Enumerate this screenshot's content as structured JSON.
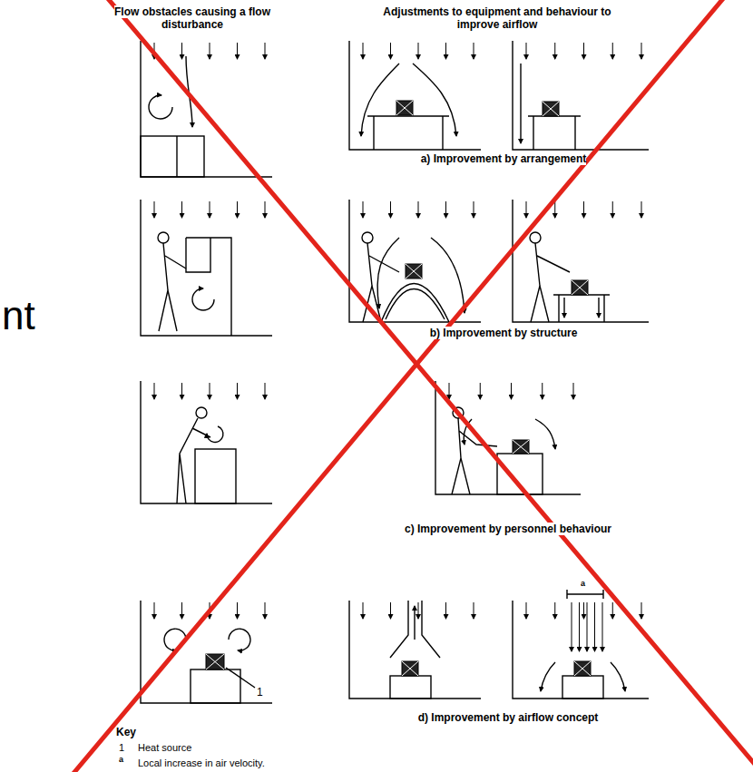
{
  "diagram": {
    "labels": [
      "Flow obstacles causing a flow disturbance",
      "Adjustments to equipment and behaviour to improve airflow",
      "a) Improvement by arrangement",
      "b) Improvement by structure",
      "c) Improvement by personnel behaviour",
      "d) Improvement by airflow concept",
      "1",
      "a",
      "Key",
      "1",
      "Heat source",
      "a",
      "Local increase in air velocity.",
      "nt"
    ]
  }
}
